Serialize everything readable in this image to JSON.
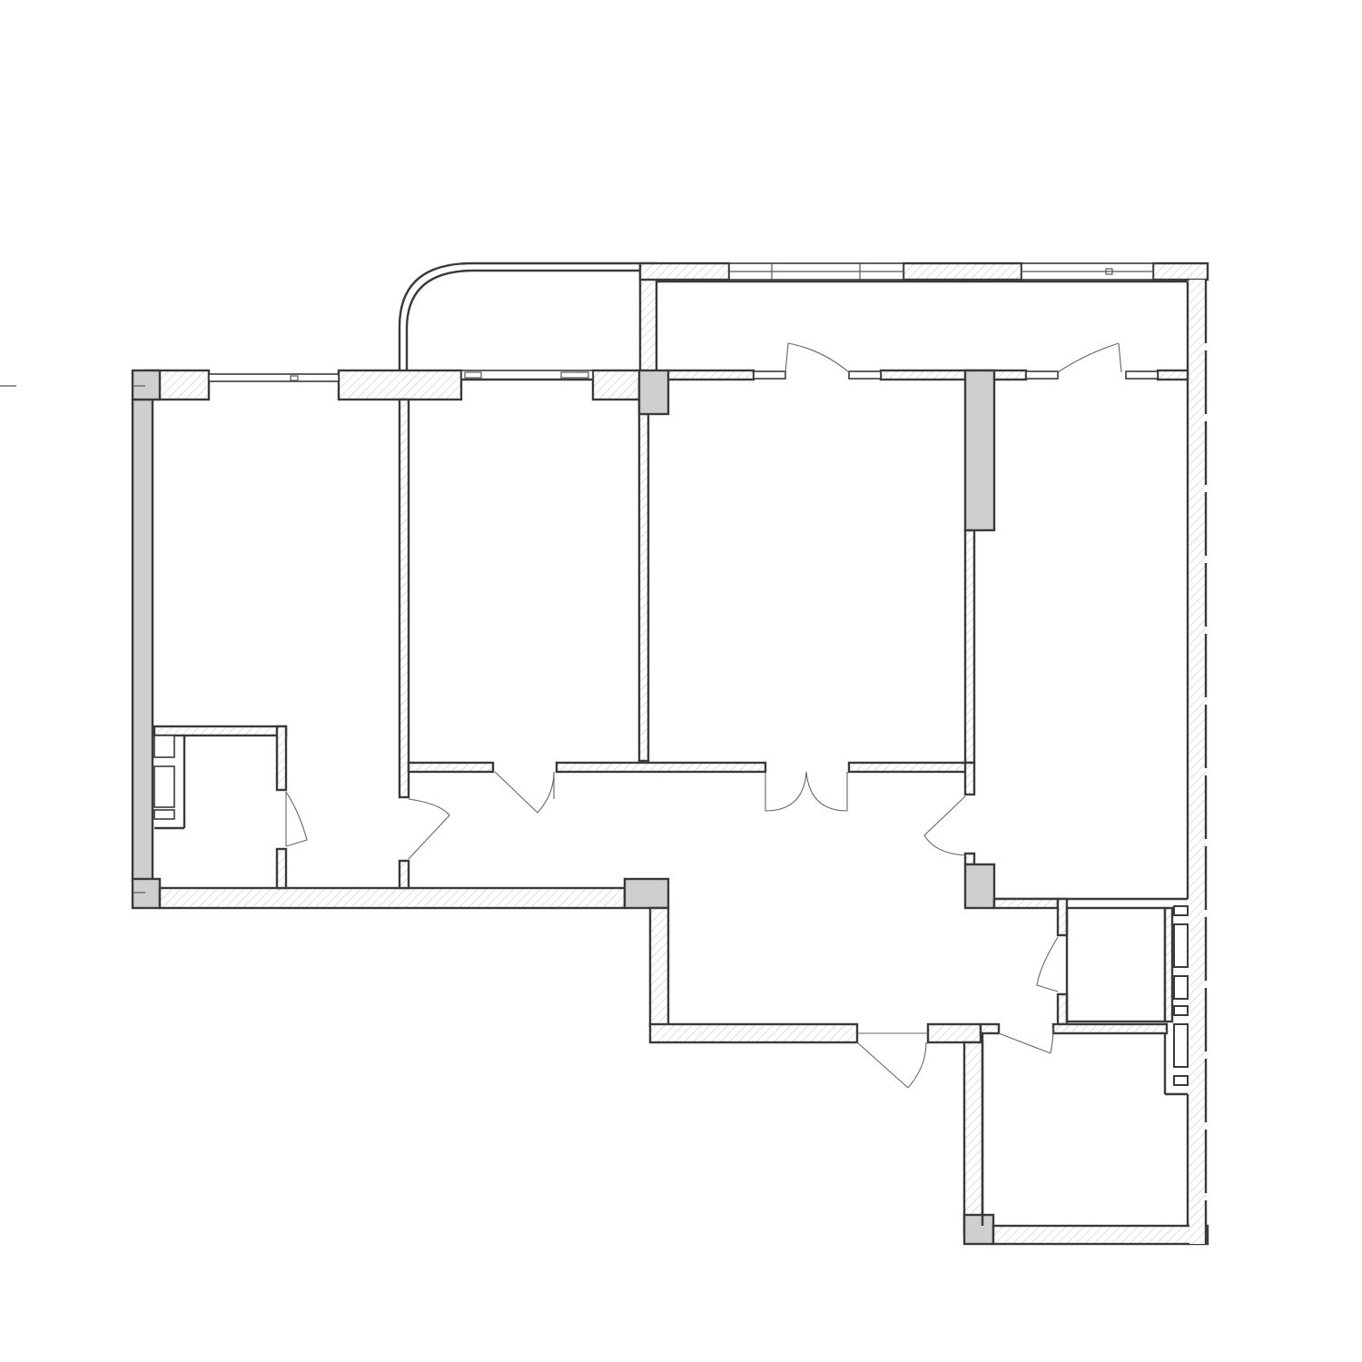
{
  "plan": {
    "background": "#ffffff",
    "wall_stroke": "#3a3a3a",
    "column_fill": "#cfcfcf",
    "hatch_color": "#c8c8c8"
  },
  "symbols": {
    "walls": "hatched-wall",
    "columns": "grey-column",
    "doors": "door-swing-arc",
    "windows": "window-frame"
  }
}
